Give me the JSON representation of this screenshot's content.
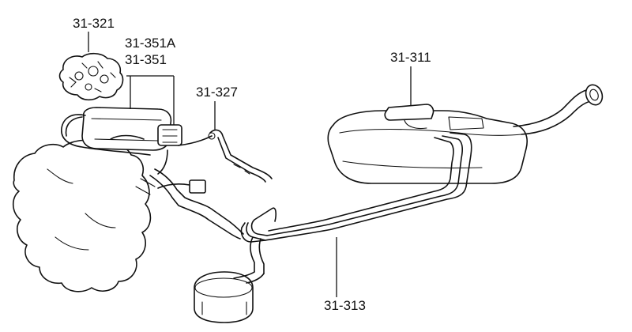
{
  "diagram": {
    "part_labels": {
      "canister_purge": "31-321",
      "canister_bracket": "31-351A",
      "canister": "31-351",
      "vent_hose": "31-327",
      "fuel_tank": "31-311",
      "fuel_lines": "31-313"
    }
  }
}
